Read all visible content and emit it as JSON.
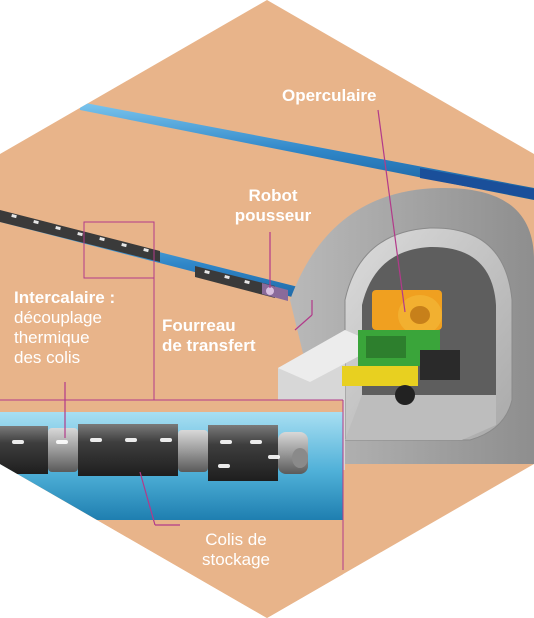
{
  "colors": {
    "hexagon_fill": "#e8b48a",
    "text": "#ffffff",
    "leader_line": "#b23a8a",
    "pipe_blue": "#2f86c8",
    "concrete": "#c9c9c9",
    "machine_orange": "#f0a020",
    "machine_green": "#3aa53a",
    "machine_yellow": "#e8d020"
  },
  "labels": {
    "operculaire": "Operculaire",
    "robot_line1": "Robot",
    "robot_line2": "pousseur",
    "fourreau_line1": "Fourreau",
    "fourreau_line2": "de transfert",
    "intercalaire_line1": "Intercalaire :",
    "intercalaire_line2": "découplage",
    "intercalaire_line3": "thermique",
    "intercalaire_line4": "des colis",
    "colis_line1": "Colis de",
    "colis_line2": "stockage"
  },
  "icons": {
    "background": "hexagon-shape",
    "inset": "zoom-inset-frame"
  }
}
